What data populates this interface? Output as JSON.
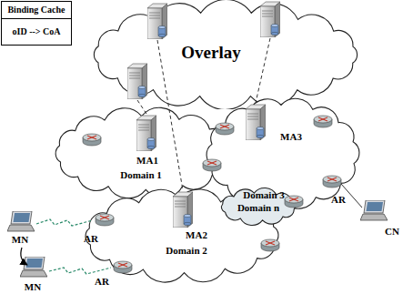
{
  "diagram": {
    "nodes": [
      {
        "text": [
          "Binding Cache",
          "oID --> CoA"
        ]
      },
      {
        "text": [
          "Overlay"
        ]
      },
      {
        "text": [
          "MA1",
          "Domain 1"
        ]
      },
      {
        "text": [
          "MA3",
          "Domain 3"
        ]
      },
      {
        "text": [
          "Domain n"
        ]
      },
      {
        "text": [
          "MA2",
          "Domain 2"
        ]
      }
    ],
    "labels": [
      "MN",
      "AR",
      "MN",
      "AR",
      "AR",
      "CN"
    ]
  }
}
